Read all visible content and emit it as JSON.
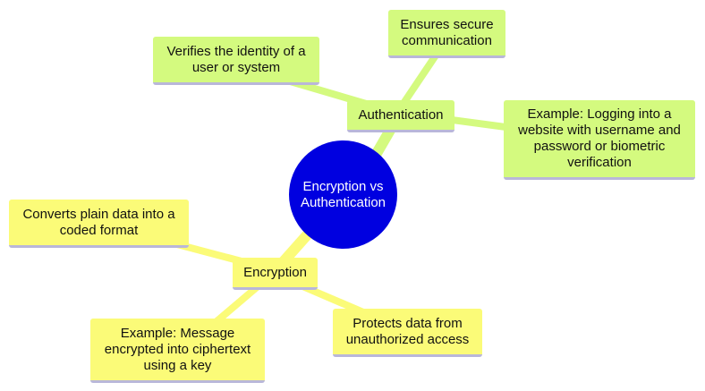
{
  "colors": {
    "root": "#0000e0",
    "auth_branch": "#d4fa7f",
    "enc_branch": "#fbfb78",
    "underline": "#b9b7d9"
  },
  "root": {
    "label": "Encryption vs Authentication"
  },
  "authentication": {
    "label": "Authentication",
    "children": [
      "Ensures secure communication",
      "Verifies the identity of a user or system",
      "Example: Logging into a website with username and password or biometric verification"
    ]
  },
  "encryption": {
    "label": "Encryption",
    "children": [
      "Converts plain data into a coded format",
      "Example: Message encrypted into ciphertext using a key",
      "Protects data from unauthorized access"
    ]
  }
}
